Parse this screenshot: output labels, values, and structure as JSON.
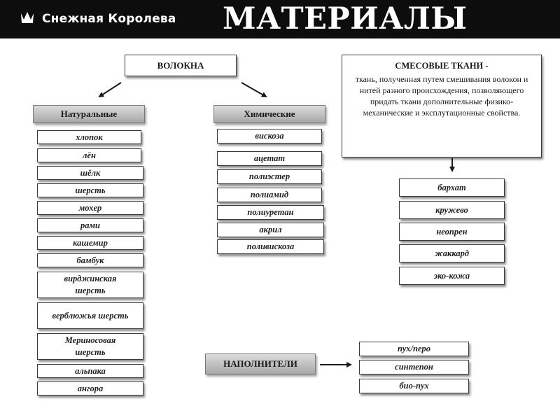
{
  "header": {
    "brand": "Снежная Королева",
    "title": "МАТЕРИАЛЫ",
    "logo_icon": "crown-icon"
  },
  "fibers": {
    "title": "ВОЛОКНА"
  },
  "natural": {
    "title": "Натуральные",
    "items": [
      "хлопок",
      "лён",
      "шёлк",
      "шерсть",
      "мохер",
      "рами",
      "кашемир",
      "бамбук",
      "вирджинская шерсть",
      "верблюжья шерсть",
      "Мериносовая шерсть",
      "альпака",
      "ангора"
    ]
  },
  "chemical": {
    "title": "Химические",
    "items": [
      "вискоза",
      "ацетат",
      "полиэстер",
      "полиамид",
      "полиуретан",
      "акрил",
      "поливискоза"
    ]
  },
  "blended": {
    "title": "СМЕСОВЫЕ ТКАНИ -",
    "description": "ткань, полученная путем смешивания волокон и нитей разного происхождения, позволяющего придать ткани дополнительные физико-механические и эксплутационные свойства.",
    "items": [
      "бархат",
      "кружево",
      "неопрен",
      "жаккард",
      "эко-кожа"
    ]
  },
  "fillers": {
    "title": "НАПОЛНИТЕЛИ",
    "items": [
      "пух/перо",
      "синтепон",
      "био-пух"
    ]
  },
  "colors": {
    "header_bg": "#0d0d0d",
    "header_text": "#ffffff",
    "box_border": "#3a3a3a"
  }
}
